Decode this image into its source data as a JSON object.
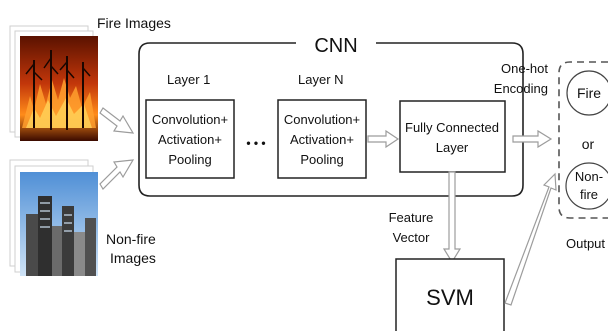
{
  "inputs": {
    "fire_label": "Fire Images",
    "nonfire_label_line1": "Non-fire",
    "nonfire_label_line2": "Images",
    "fire_image_icon": "forest-fire-photo",
    "nonfire_image_icon": "city-skyline-photo"
  },
  "cnn": {
    "title": "CNN",
    "layer1_label": "Layer 1",
    "layerN_label": "Layer N",
    "block_line1": "Convolution+",
    "block_line2": "Activation+",
    "block_line3": "Pooling",
    "ellipsis": "• • •",
    "fc_line1": "Fully Connected",
    "fc_line2": "Layer"
  },
  "encoding": {
    "line1": "One-hot",
    "line2": "Encoding"
  },
  "feature": {
    "line1": "Feature",
    "line2": "Vector"
  },
  "svm": {
    "label": "SVM"
  },
  "output": {
    "fire": "Fire",
    "or": "or",
    "nonfire_line1": "Non-",
    "nonfire_line2": "fire",
    "label": "Output"
  },
  "colors": {
    "fire_dark": "#3a0a00",
    "fire_bright": "#ff8c1a",
    "sky": "#7fb2e5",
    "arrow_stroke": "#9c9c9c"
  }
}
